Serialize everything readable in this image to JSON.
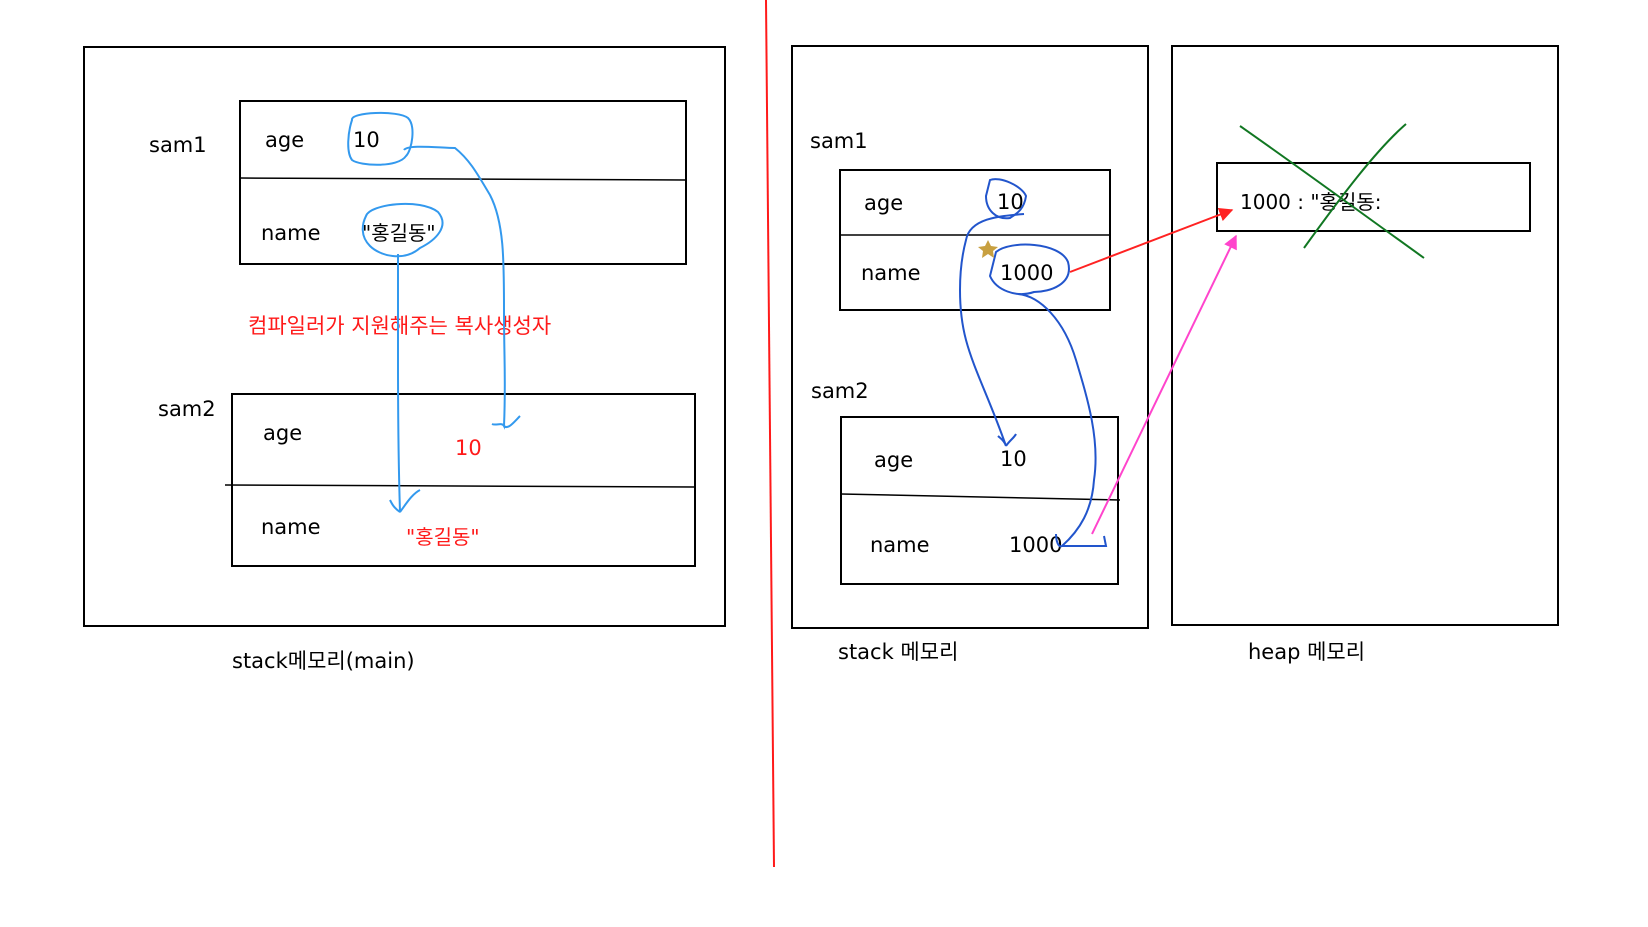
{
  "left": {
    "sam1_label": "sam1",
    "sam1_age_label": "age",
    "sam1_age_value": "10",
    "sam1_name_label": "name",
    "sam1_name_value": "\"홍길동\"",
    "annotation": "컴파일러가 지원해주는 복사생성자",
    "sam2_label": "sam2",
    "sam2_age_label": "age",
    "sam2_age_value": "10",
    "sam2_name_label": "name",
    "sam2_name_value": "\"홍길동\"",
    "caption": "stack메모리(main)"
  },
  "right": {
    "sam1_label": "sam1",
    "sam1_age_label": "age",
    "sam1_age_value": "10",
    "sam1_name_label": "name",
    "sam1_name_value": "1000",
    "sam2_label": "sam2",
    "sam2_age_label": "age",
    "sam2_age_value": "10",
    "sam2_name_label": "name",
    "sam2_name_value": "1000",
    "stack_caption": "stack 메모리",
    "heap_entry": "1000 :   \"홍길동:",
    "heap_caption": "heap 메모리"
  },
  "colors": {
    "divider": "#ff1a1a",
    "highlight_text": "#ff1a1a",
    "copy_arrows_left": "#3399ee",
    "copy_arrows_right": "#2255cc",
    "pointer_arrow": "#ff2222",
    "pointer_arrow_2": "#ff44cc",
    "cross_mark": "#117722",
    "star": "#c8a040"
  },
  "icons": [
    "star-icon",
    "cross-mark",
    "copy-arrow",
    "pointer-arrow"
  ]
}
